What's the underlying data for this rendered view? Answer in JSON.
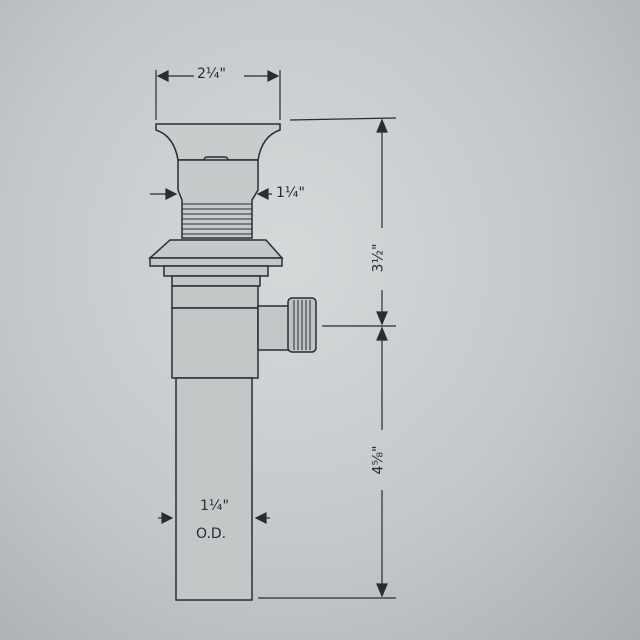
{
  "drawing": {
    "top_width": "2¼\"",
    "neck_diameter": "1¼\"",
    "upper_height": "3½\"",
    "lower_height": "4⅝\"",
    "tail_diameter": "1¼\"",
    "tail_diameter_note": "O.D.",
    "line_color": "#2a2d30"
  }
}
